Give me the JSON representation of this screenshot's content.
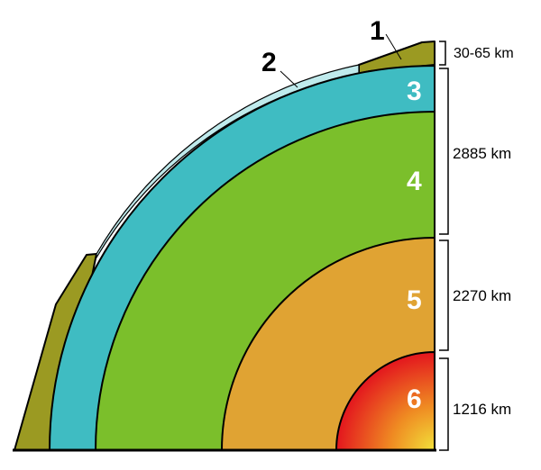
{
  "layers": [
    {
      "number": "1",
      "color": "#9b9a22"
    },
    {
      "number": "2",
      "color": "#bfeaec"
    },
    {
      "number": "3",
      "color": "#3fbcc2"
    },
    {
      "number": "4",
      "color": "#7bbf2b"
    },
    {
      "number": "5",
      "color": "#e0a333"
    },
    {
      "number": "6",
      "color_center": "#f2e23a",
      "color_edge": "#e3141e"
    }
  ],
  "dimensions": [
    {
      "label": "30-65 km"
    },
    {
      "label": "2885 km"
    },
    {
      "label": "2270 km"
    },
    {
      "label": "1216 km"
    }
  ]
}
